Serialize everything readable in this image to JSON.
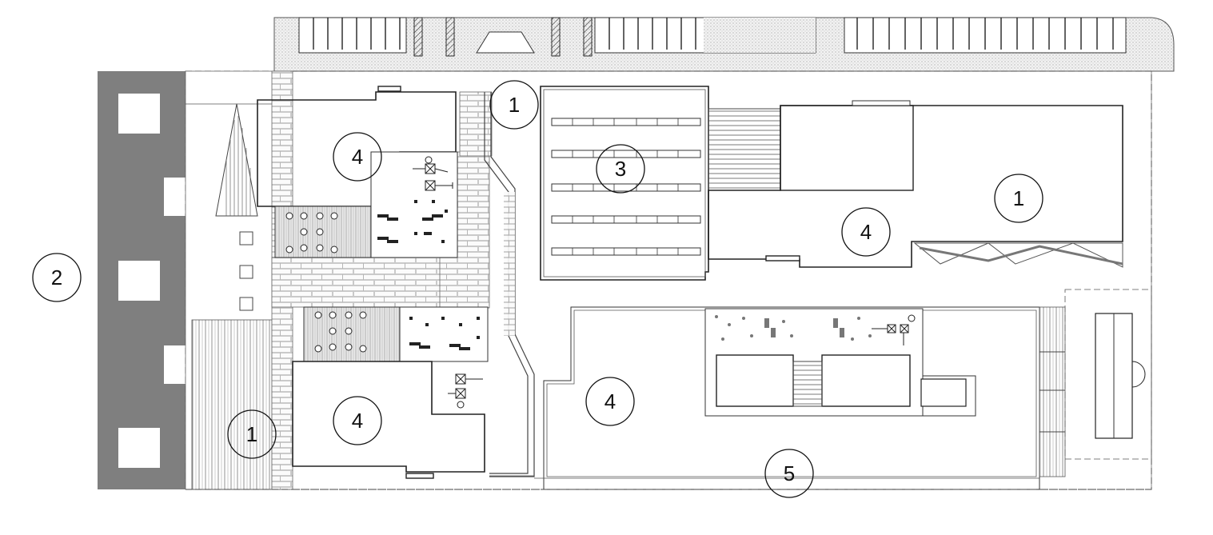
{
  "markers": [
    {
      "id": "m-1-top",
      "label": "1"
    },
    {
      "id": "m-3",
      "label": "3"
    },
    {
      "id": "m-4-top-left",
      "label": "4"
    },
    {
      "id": "m-1-right",
      "label": "1"
    },
    {
      "id": "m-4-center-right",
      "label": "4"
    },
    {
      "id": "m-2",
      "label": "2"
    },
    {
      "id": "m-4-bottom-left",
      "label": "4"
    },
    {
      "id": "m-4-bottom-center",
      "label": "4"
    },
    {
      "id": "m-1-bottom",
      "label": "1"
    },
    {
      "id": "m-5",
      "label": "5"
    }
  ]
}
